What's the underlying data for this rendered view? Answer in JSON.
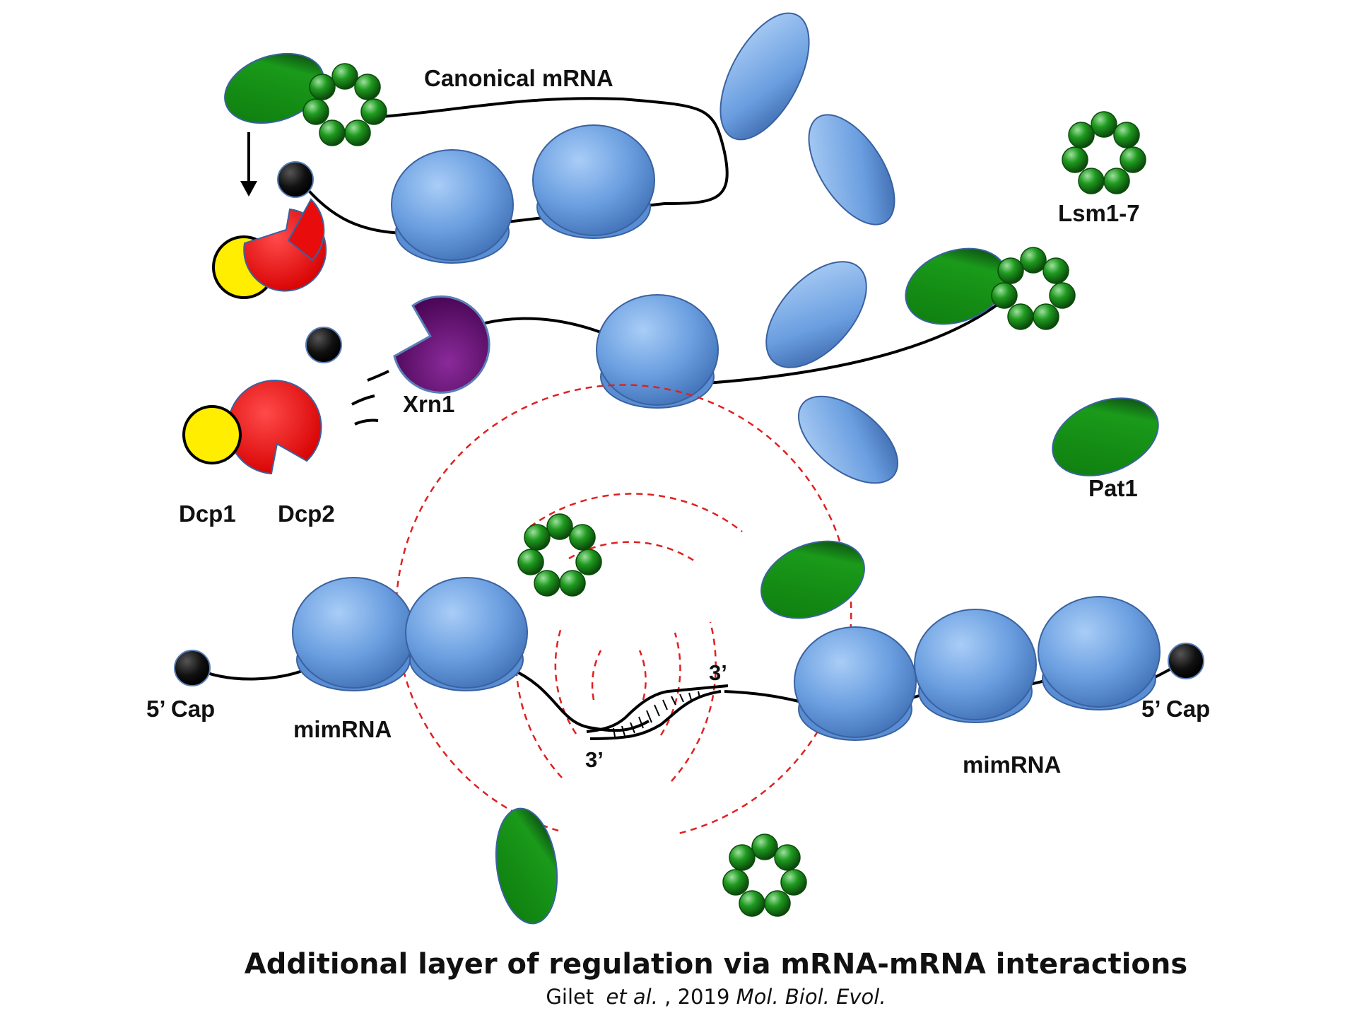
{
  "labels": {
    "canonical_mrna": "Canonical mRNA",
    "lsm": "Lsm1-7",
    "xrn1": "Xrn1",
    "dcp1": "Dcp1",
    "dcp2": "Dcp2",
    "pat1": "Pat1",
    "cap_left": "5’ Cap",
    "cap_right": "5’ Cap",
    "mimrna_left": "mimRNA",
    "mimrna_right": "mimRNA",
    "end_upper": "3’",
    "end_lower": "3’"
  },
  "caption": {
    "title": "Additional layer of regulation via mRNA-mRNA interactions",
    "authors": "Gilet",
    "et_al": "et al.",
    "year": ", 2019 ",
    "journal": "Mol. Biol. Evol."
  },
  "colors": {
    "ribosome": "#5b8fd6",
    "pat1": "#1a8a1a",
    "lsm_bead": "#1f8f1f",
    "dcp2": "#ee1111",
    "dcp1": "#ffee00",
    "xrn1": "#6a0d7a",
    "cap": "#111111",
    "interaction_rings": "#e02020"
  }
}
